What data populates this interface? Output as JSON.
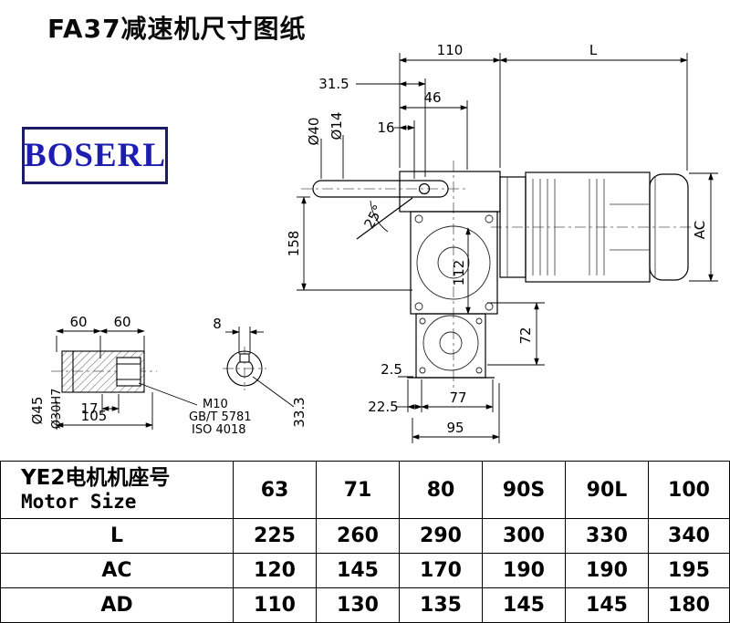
{
  "page": {
    "title": "FA37减速机尺寸图纸",
    "logo_text": "BOSERL"
  },
  "dims": {
    "top_110": "110",
    "top_L": "L",
    "d31_5": "31.5",
    "d46": "46",
    "d16": "16",
    "dia40": "Ø40",
    "dia14": "Ø14",
    "angle25": "25°",
    "d158": "158",
    "d112": "112",
    "d72": "72",
    "d2_5": "2.5",
    "d22_5": "22.5",
    "d77": "77",
    "d95": "95",
    "dAC": "AC",
    "d60_left": "60",
    "d60_right": "60",
    "d8": "8",
    "dia45": "Ø45",
    "dia30": "Ø30H7",
    "d17": "17",
    "d105": "105",
    "m10": "M10",
    "gbt5781": "GB/T 5781",
    "iso4018": "ISO 4018",
    "d33_3": "33.3"
  },
  "table": {
    "row_header": {
      "line1": "YE2电机机座号",
      "line2": "Motor Size"
    },
    "motor_sizes": [
      "63",
      "71",
      "80",
      "90S",
      "90L",
      "100"
    ],
    "rows": [
      {
        "label": "L",
        "values": [
          "225",
          "260",
          "290",
          "300",
          "330",
          "340"
        ]
      },
      {
        "label": "AC",
        "values": [
          "120",
          "145",
          "170",
          "190",
          "190",
          "195"
        ]
      },
      {
        "label": "AD",
        "values": [
          "110",
          "130",
          "135",
          "145",
          "145",
          "180"
        ]
      }
    ]
  }
}
